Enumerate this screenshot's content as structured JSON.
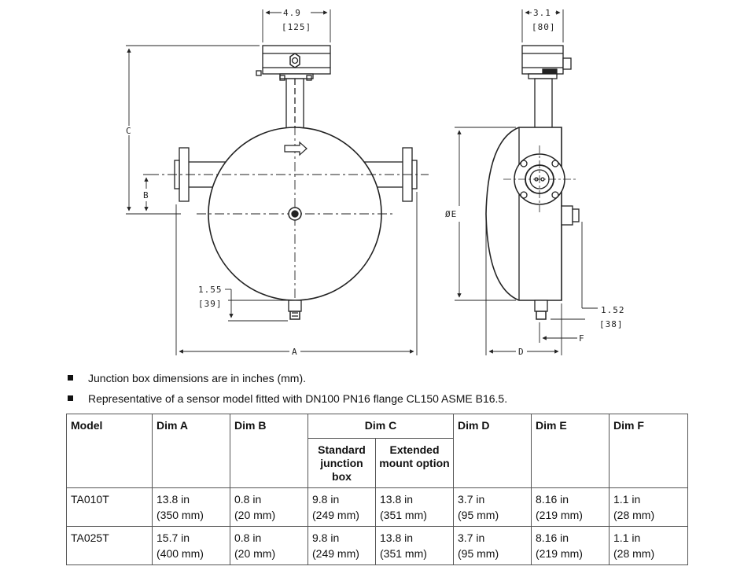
{
  "drawing": {
    "front": {
      "dim_top_in": "4.9",
      "dim_top_mm": "[125]",
      "dim_c": "C",
      "dim_b": "B",
      "dim_a": "A",
      "dim_bottom_in": "1.55",
      "dim_bottom_mm": "[39]"
    },
    "side": {
      "dim_top_in": "3.1",
      "dim_top_mm": "[80]",
      "dim_e": "ØE",
      "dim_d": "D",
      "dim_f": "F",
      "dim_bottom_in": "1.52",
      "dim_bottom_mm": "[38]"
    }
  },
  "notes": [
    "Junction box dimensions are in inches (mm).",
    "Representative of a sensor model fitted with DN100 PN16 flange CL150 ASME B16.5."
  ],
  "table": {
    "headers": {
      "model": "Model",
      "dim_a": "Dim A",
      "dim_b": "Dim B",
      "dim_c": "Dim C",
      "dim_c_standard": "Standard junction box",
      "dim_c_extended": "Extended mount option",
      "dim_d": "Dim D",
      "dim_e": "Dim E",
      "dim_f": "Dim F"
    },
    "rows": [
      {
        "model": "TA010T",
        "dim_a": [
          "13.8 in",
          "(350 mm)"
        ],
        "dim_b": [
          "0.8 in",
          "(20 mm)"
        ],
        "dim_c_std": [
          "9.8 in",
          "(249 mm)"
        ],
        "dim_c_ext": [
          "13.8 in",
          "(351 mm)"
        ],
        "dim_d": [
          "3.7 in",
          "(95 mm)"
        ],
        "dim_e": [
          "8.16 in",
          "(219 mm)"
        ],
        "dim_f": [
          "1.1 in",
          "(28 mm)"
        ]
      },
      {
        "model": "TA025T",
        "dim_a": [
          "15.7 in",
          "(400 mm)"
        ],
        "dim_b": [
          "0.8 in",
          "(20 mm)"
        ],
        "dim_c_std": [
          "9.8 in",
          "(249 mm)"
        ],
        "dim_c_ext": [
          "13.8 in",
          "(351 mm)"
        ],
        "dim_d": [
          "3.7 in",
          "(95 mm)"
        ],
        "dim_e": [
          "8.16 in",
          "(219 mm)"
        ],
        "dim_f": [
          "1.1 in",
          "(28 mm)"
        ]
      }
    ]
  }
}
